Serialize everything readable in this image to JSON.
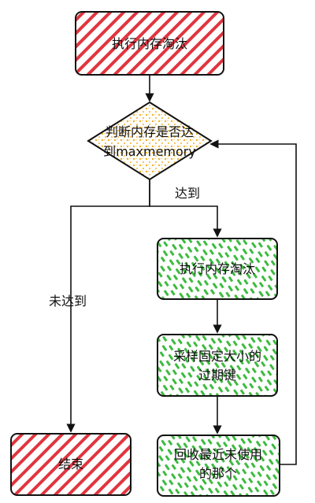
{
  "nodes": {
    "start": {
      "label": "执行内存淘汰"
    },
    "decision": {
      "line1": "判断内存是否达",
      "line2": "到maxmemory"
    },
    "evict": {
      "label": "执行内存淘汰"
    },
    "sample": {
      "line1": "采样固定大小的",
      "line2": "过期键"
    },
    "recycle": {
      "line1": "回收最近未使用",
      "line2": "的那个"
    },
    "end": {
      "label": "结束"
    }
  },
  "edges": {
    "reached": "达到",
    "not_reached": "未达到"
  },
  "colors": {
    "red_hatch": "#e0353f",
    "green_hatch": "#3dbb3f",
    "yellow_dots": "#f2b32a",
    "stroke": "#111111"
  }
}
